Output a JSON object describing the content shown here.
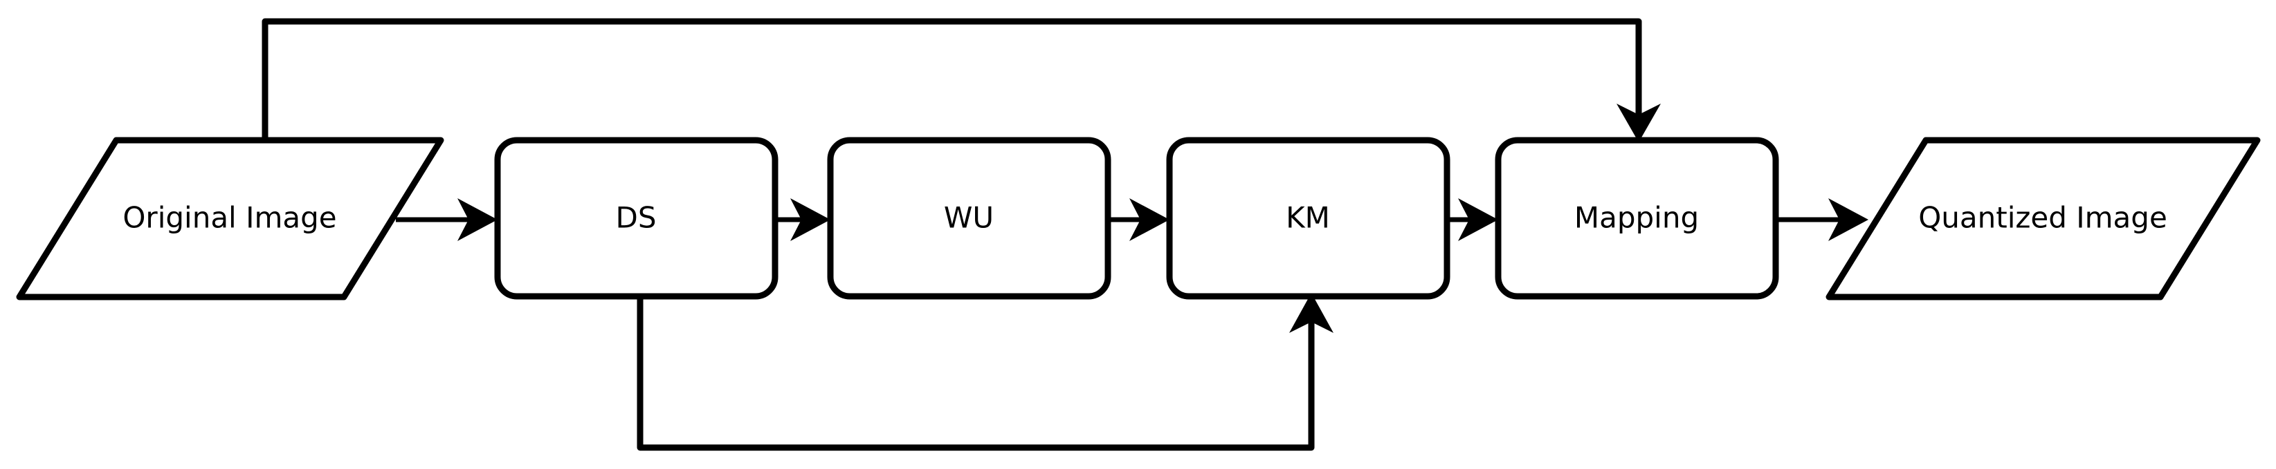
{
  "diagram": {
    "title": "Color Quantization Pipeline Flowchart",
    "orientation": "left-to-right",
    "background_color": "#ffffff",
    "stroke_color": "#000000",
    "nodes": [
      {
        "id": "original-image",
        "label": "Original Image",
        "shape": "parallelogram",
        "role": "input"
      },
      {
        "id": "ds",
        "label": "DS",
        "shape": "rounded-rectangle",
        "role": "process"
      },
      {
        "id": "wu",
        "label": "WU",
        "shape": "rounded-rectangle",
        "role": "process"
      },
      {
        "id": "km",
        "label": "KM",
        "shape": "rounded-rectangle",
        "role": "process"
      },
      {
        "id": "mapping",
        "label": "Mapping",
        "shape": "rounded-rectangle",
        "role": "process"
      },
      {
        "id": "quantized-image",
        "label": "Quantized Image",
        "shape": "parallelogram",
        "role": "output"
      }
    ],
    "edges": [
      {
        "id": "edge-original-to-ds",
        "from": "original-image",
        "to": "ds",
        "style": "straight-arrow",
        "label": ""
      },
      {
        "id": "edge-ds-to-wu",
        "from": "ds",
        "to": "wu",
        "style": "straight-arrow",
        "label": ""
      },
      {
        "id": "edge-wu-to-km",
        "from": "wu",
        "to": "km",
        "style": "straight-arrow",
        "label": ""
      },
      {
        "id": "edge-km-to-mapping",
        "from": "km",
        "to": "mapping",
        "style": "straight-arrow",
        "label": ""
      },
      {
        "id": "edge-mapping-to-quantized",
        "from": "mapping",
        "to": "quantized-image",
        "style": "straight-arrow",
        "label": ""
      },
      {
        "id": "edge-original-to-mapping",
        "from": "original-image",
        "to": "mapping",
        "style": "orthogonal-top-arrow",
        "label": ""
      },
      {
        "id": "edge-ds-to-km",
        "from": "ds",
        "to": "km",
        "style": "orthogonal-bottom-arrow",
        "label": ""
      }
    ]
  }
}
